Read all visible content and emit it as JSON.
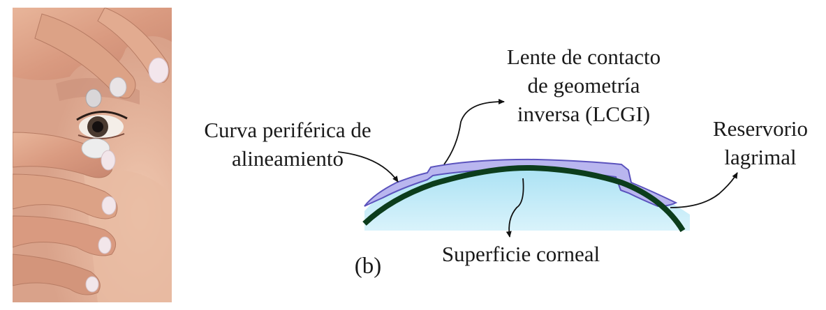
{
  "photo": {
    "subject": "hand-inserting-contact-lens-photo"
  },
  "diagram": {
    "labels": {
      "lens_line1": "Lente de contacto",
      "lens_line2": "de geometría",
      "lens_line3": "inversa (LCGI)",
      "peripheral_line1": "Curva periférica de",
      "peripheral_line2": "alineamiento",
      "reservoir_line1": "Reservorio",
      "reservoir_line2": "lagrimal",
      "cornea": "Superficie corneal",
      "panel": "(b)"
    },
    "colors": {
      "lens_fill": "#b9b6ef",
      "lens_stroke": "#5b53bd",
      "tear_fill": "#b5e7f6",
      "cornea_stroke": "#0c3d1c",
      "arrow": "#111111"
    }
  }
}
